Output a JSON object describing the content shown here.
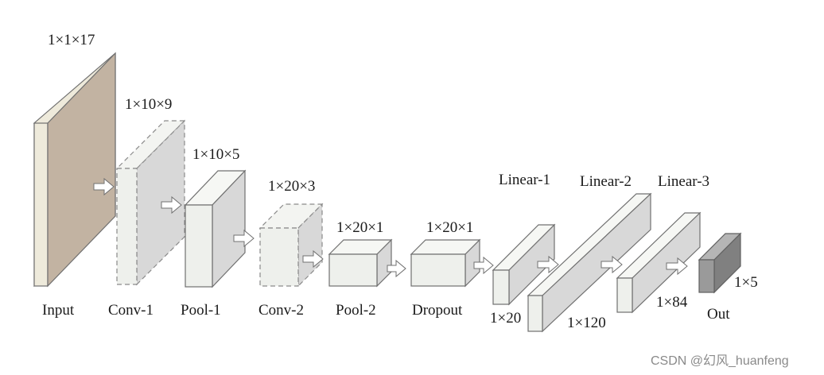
{
  "layers": [
    {
      "name": "Input",
      "shape": "1×1×17"
    },
    {
      "name": "Conv-1",
      "shape": "1×10×9"
    },
    {
      "name": "Pool-1",
      "shape": "1×10×5"
    },
    {
      "name": "Conv-2",
      "shape": "1×20×3"
    },
    {
      "name": "Pool-2",
      "shape": "1×20×1"
    },
    {
      "name": "Dropout",
      "shape": "1×20×1"
    },
    {
      "name": "Linear-1",
      "shape": "1×20"
    },
    {
      "name": "Linear-2",
      "shape": "1×120"
    },
    {
      "name": "Linear-3",
      "shape": "1×84"
    },
    {
      "name": "Out",
      "shape": "1×5"
    }
  ],
  "watermark": "CSDN @幻风_huanfeng",
  "colors": {
    "input_front": "#eeeadb",
    "input_side": "#c2b3a2",
    "block_front": "#eef0ec",
    "block_top": "#f6f7f4",
    "block_side": "#d8d8d8",
    "out_front": "#9a9a9a",
    "out_side": "#808080",
    "stroke": "#707070",
    "dashed_stroke": "#8a8a8a",
    "arrow_fill": "#ffffff"
  }
}
